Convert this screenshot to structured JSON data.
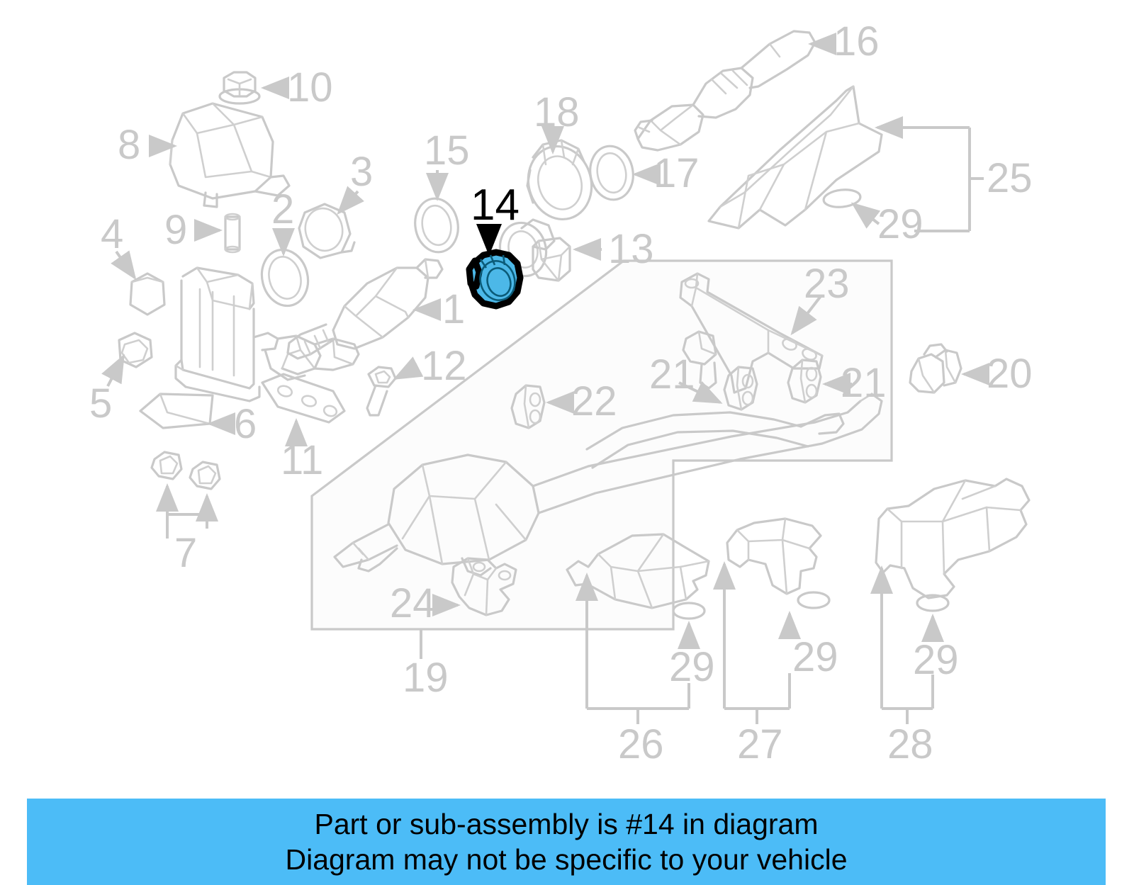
{
  "banner": {
    "line1": "Part or sub-assembly is #14 in diagram",
    "line2": "Diagram may not be specific to your vehicle",
    "background_color": "#4cbcf7",
    "text_color": "#000000"
  },
  "diagram": {
    "type": "exploded-parts-diagram",
    "subject": "Exhaust system components",
    "line_color": "#c9c9c9",
    "highlight_fill": "#4cb8e8",
    "highlight_outline": "#000000",
    "highlighted_part": "14",
    "callouts": [
      {
        "id": "1",
        "label": "1",
        "part": "front-exhaust-pipe-muffler",
        "highlighted": false
      },
      {
        "id": "2",
        "label": "2",
        "part": "gasket-ring",
        "highlighted": false
      },
      {
        "id": "3",
        "label": "3",
        "part": "flange-seal",
        "highlighted": false
      },
      {
        "id": "4",
        "label": "4",
        "part": "bracket-plate",
        "highlighted": false
      },
      {
        "id": "5",
        "label": "5",
        "part": "nut-hex",
        "highlighted": false
      },
      {
        "id": "6",
        "label": "6",
        "part": "heat-shield-plate",
        "highlighted": false
      },
      {
        "id": "7",
        "label": "7",
        "part": "nuts-pair",
        "highlighted": false
      },
      {
        "id": "8",
        "label": "8",
        "part": "catalytic-converter-cover",
        "highlighted": false
      },
      {
        "id": "9",
        "label": "9",
        "part": "dowel-pin",
        "highlighted": false
      },
      {
        "id": "10",
        "label": "10",
        "part": "flange-nut",
        "highlighted": false
      },
      {
        "id": "11",
        "label": "11",
        "part": "exhaust-manifold-flange",
        "highlighted": false
      },
      {
        "id": "12",
        "label": "12",
        "part": "bolt",
        "highlighted": false
      },
      {
        "id": "13",
        "label": "13",
        "part": "clamp-bracket",
        "highlighted": false
      },
      {
        "id": "14",
        "label": "14",
        "part": "exhaust-pipe-flange-gasket",
        "highlighted": true
      },
      {
        "id": "15",
        "label": "15",
        "part": "seal-ring",
        "highlighted": false
      },
      {
        "id": "16",
        "label": "16",
        "part": "oxygen-sensor",
        "highlighted": false
      },
      {
        "id": "17",
        "label": "17",
        "part": "gasket-ring",
        "highlighted": false
      },
      {
        "id": "18",
        "label": "18",
        "part": "flange-collar",
        "highlighted": false
      },
      {
        "id": "19",
        "label": "19",
        "part": "rear-muffler-assembly",
        "highlighted": false
      },
      {
        "id": "20",
        "label": "20",
        "part": "insulator-mount",
        "highlighted": false
      },
      {
        "id": "21",
        "label": "21",
        "part": "rubber-hanger-insulator",
        "highlighted": false
      },
      {
        "id": "22",
        "label": "22",
        "part": "rubber-hanger-insulator",
        "highlighted": false
      },
      {
        "id": "23",
        "label": "23",
        "part": "muffler-support-bracket",
        "highlighted": false
      },
      {
        "id": "24",
        "label": "24",
        "part": "exhaust-hanger-bracket",
        "highlighted": false
      },
      {
        "id": "25",
        "label": "25",
        "part": "heat-shield-front",
        "highlighted": false
      },
      {
        "id": "26",
        "label": "26",
        "part": "heat-shield-center",
        "highlighted": false
      },
      {
        "id": "27",
        "label": "27",
        "part": "heat-shield-mid",
        "highlighted": false
      },
      {
        "id": "28",
        "label": "28",
        "part": "heat-shield-rear",
        "highlighted": false
      },
      {
        "id": "29",
        "label": "29",
        "part": "grommet",
        "highlighted": false
      }
    ]
  }
}
